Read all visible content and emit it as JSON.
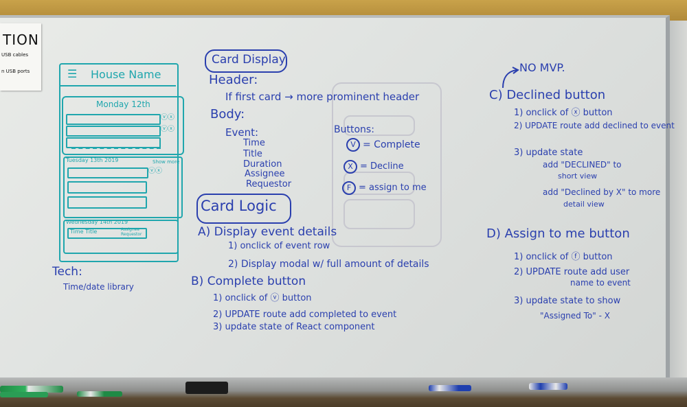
{
  "note_paper": {
    "title": "TION",
    "line1": "USB cables",
    "line2": "n USB ports"
  },
  "sketch": {
    "house_name": "House Name",
    "card_header": "Monday 12th",
    "date_row_2": "Tuesday 13th 2019",
    "show_more": "Show more",
    "date_row_3": "Wednesday 14th 2019",
    "time_title": "Time Title",
    "assignee_requestor": "Assignee Requestor",
    "icons_sample": "ⓥⓧ"
  },
  "tech": {
    "label": "Tech:",
    "item": "Time/date library"
  },
  "card_display": {
    "title": "Card Display",
    "header_label": "Header:",
    "header_rule": "If first card → more prominent header",
    "body_label": "Body:",
    "event_label": "Event:",
    "fields": [
      "Time",
      "Title",
      "Duration",
      "Assignee",
      "Requestor"
    ],
    "buttons_label": "Buttons:",
    "buttons": [
      {
        "symbol": "V",
        "text": "= Complete"
      },
      {
        "symbol": "X",
        "text": "= Decline"
      },
      {
        "symbol": "F",
        "text": "= assign to me"
      }
    ]
  },
  "card_logic": {
    "title": "Card Logic",
    "a_title": "A) Display event details",
    "a_items": [
      "1) onclick of event row",
      "2) Display modal w/ full amount of details"
    ],
    "b_title": "B) Complete button",
    "b_items": [
      "1) onclick of ⓥ button",
      "2) UPDATE route add completed to event",
      "3) update state of React component"
    ]
  },
  "declined": {
    "no_mvp": "NO MVP.",
    "title": "C) Declined button",
    "items": [
      "1) onclick of ⓧ button",
      "2) UPDATE route add declined to event",
      "3) update state"
    ],
    "sub1a": "add \"DECLINED\" to",
    "sub1b": "short view",
    "sub2a": "add \"Declined by X\" to more",
    "sub2b": "detail view"
  },
  "assign": {
    "title": "D) Assign to me button",
    "item1": "1) onclick of ⓕ button",
    "item2a": "2) UPDATE route add user",
    "item2b": "name to event",
    "item3a": "3) update state to show",
    "item3b": "\"Assigned To\" - X"
  },
  "colors": {
    "ink_blue": "#2a3fae",
    "ink_teal": "#1fa6ad",
    "board": "#e4e6e4"
  }
}
